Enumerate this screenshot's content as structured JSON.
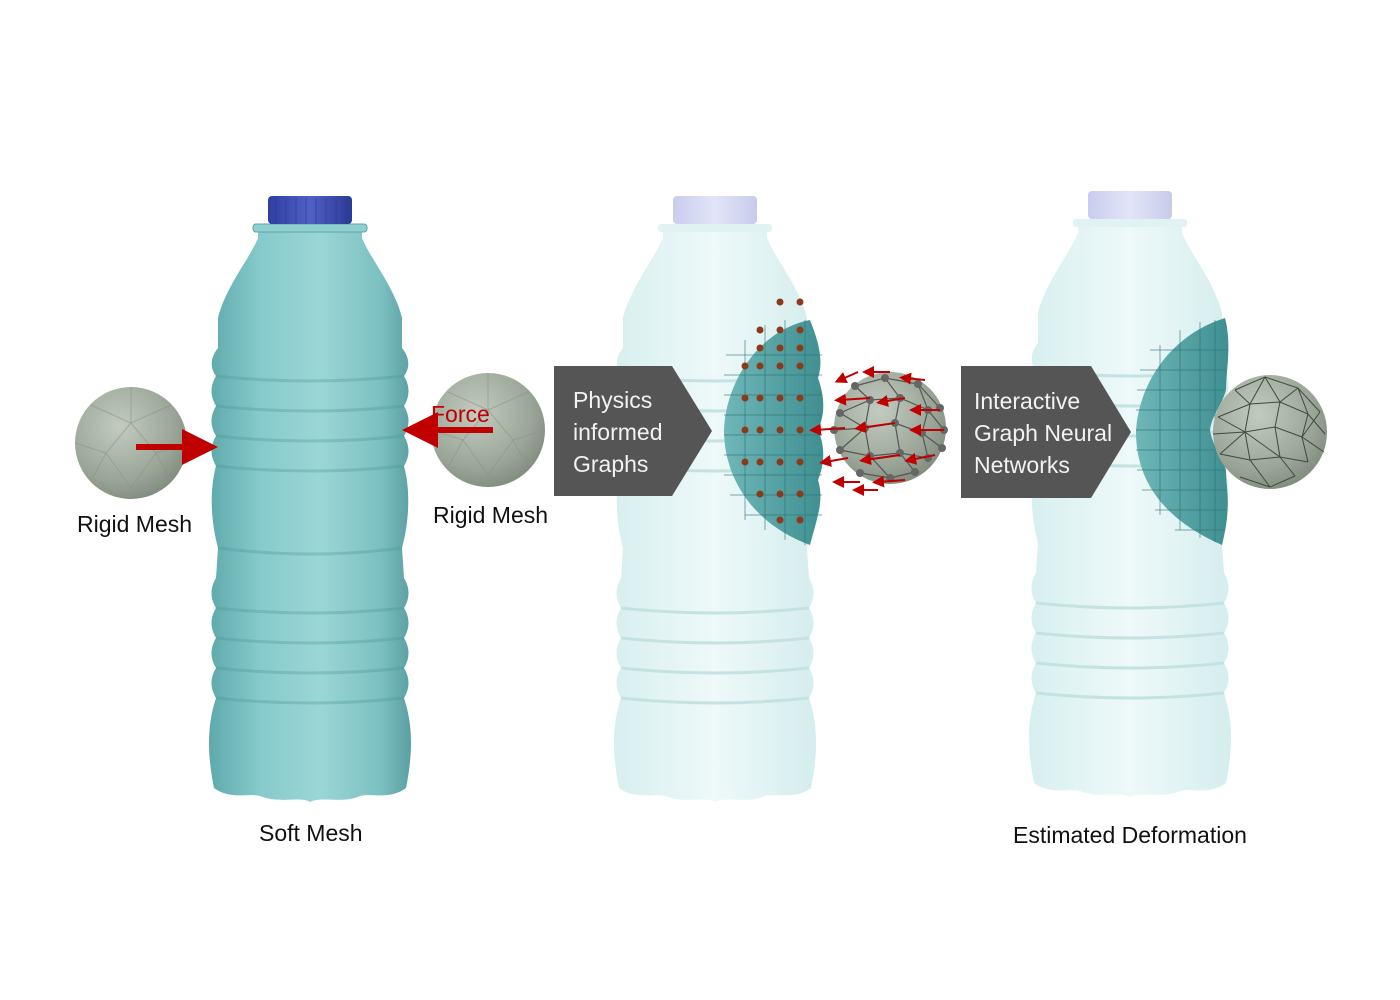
{
  "labels": {
    "rigid_mesh_left": "Rigid Mesh",
    "rigid_mesh_right": "Rigid Mesh",
    "force": "Force",
    "soft_mesh": "Soft Mesh",
    "estimated_deformation": "Estimated Deformation"
  },
  "process_arrows": {
    "physics": [
      "Physics",
      "informed",
      "Graphs"
    ],
    "ignn": [
      "Interactive",
      "Graph Neural",
      "Networks"
    ]
  },
  "colors": {
    "bottle_body": "#7cc3c4",
    "bottle_faded": "#e4f5f5",
    "cap": "#3f4fb3",
    "cap_faded": "#d6d9f2",
    "sphere": "#a9b3a7",
    "force_arrow": "#c00000",
    "process_arrow": "#555555",
    "graph_node": "#8b3a1a",
    "contact_node": "#666666"
  }
}
